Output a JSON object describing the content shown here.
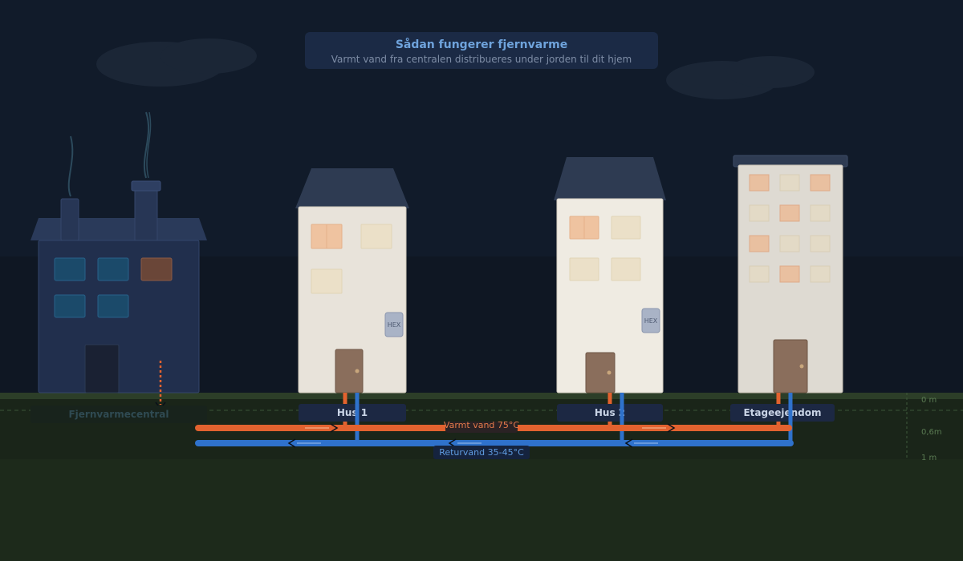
{
  "header": {
    "title": "Sådan fungerer fjernvarme",
    "subtitle": "Varmt vand fra centralen distribueres under jorden til dit hjem"
  },
  "buildings": {
    "plant": "Fjernvarmecentral",
    "house1": "Hus 1",
    "house2": "Hus 2",
    "apartment": "Etageejendom"
  },
  "hex_label": "HEX",
  "pipes": {
    "supply_label": "Varmt vand 75°C",
    "return_label": "Returvand 35-45°C"
  },
  "depth": {
    "surface": "0 m",
    "pipe": "0,6m",
    "bottom": "1 m"
  },
  "colors": {
    "supply": "#e2622f",
    "return": "#2f72cc",
    "sky": "#111a28",
    "ground": "#1e2a1c"
  }
}
